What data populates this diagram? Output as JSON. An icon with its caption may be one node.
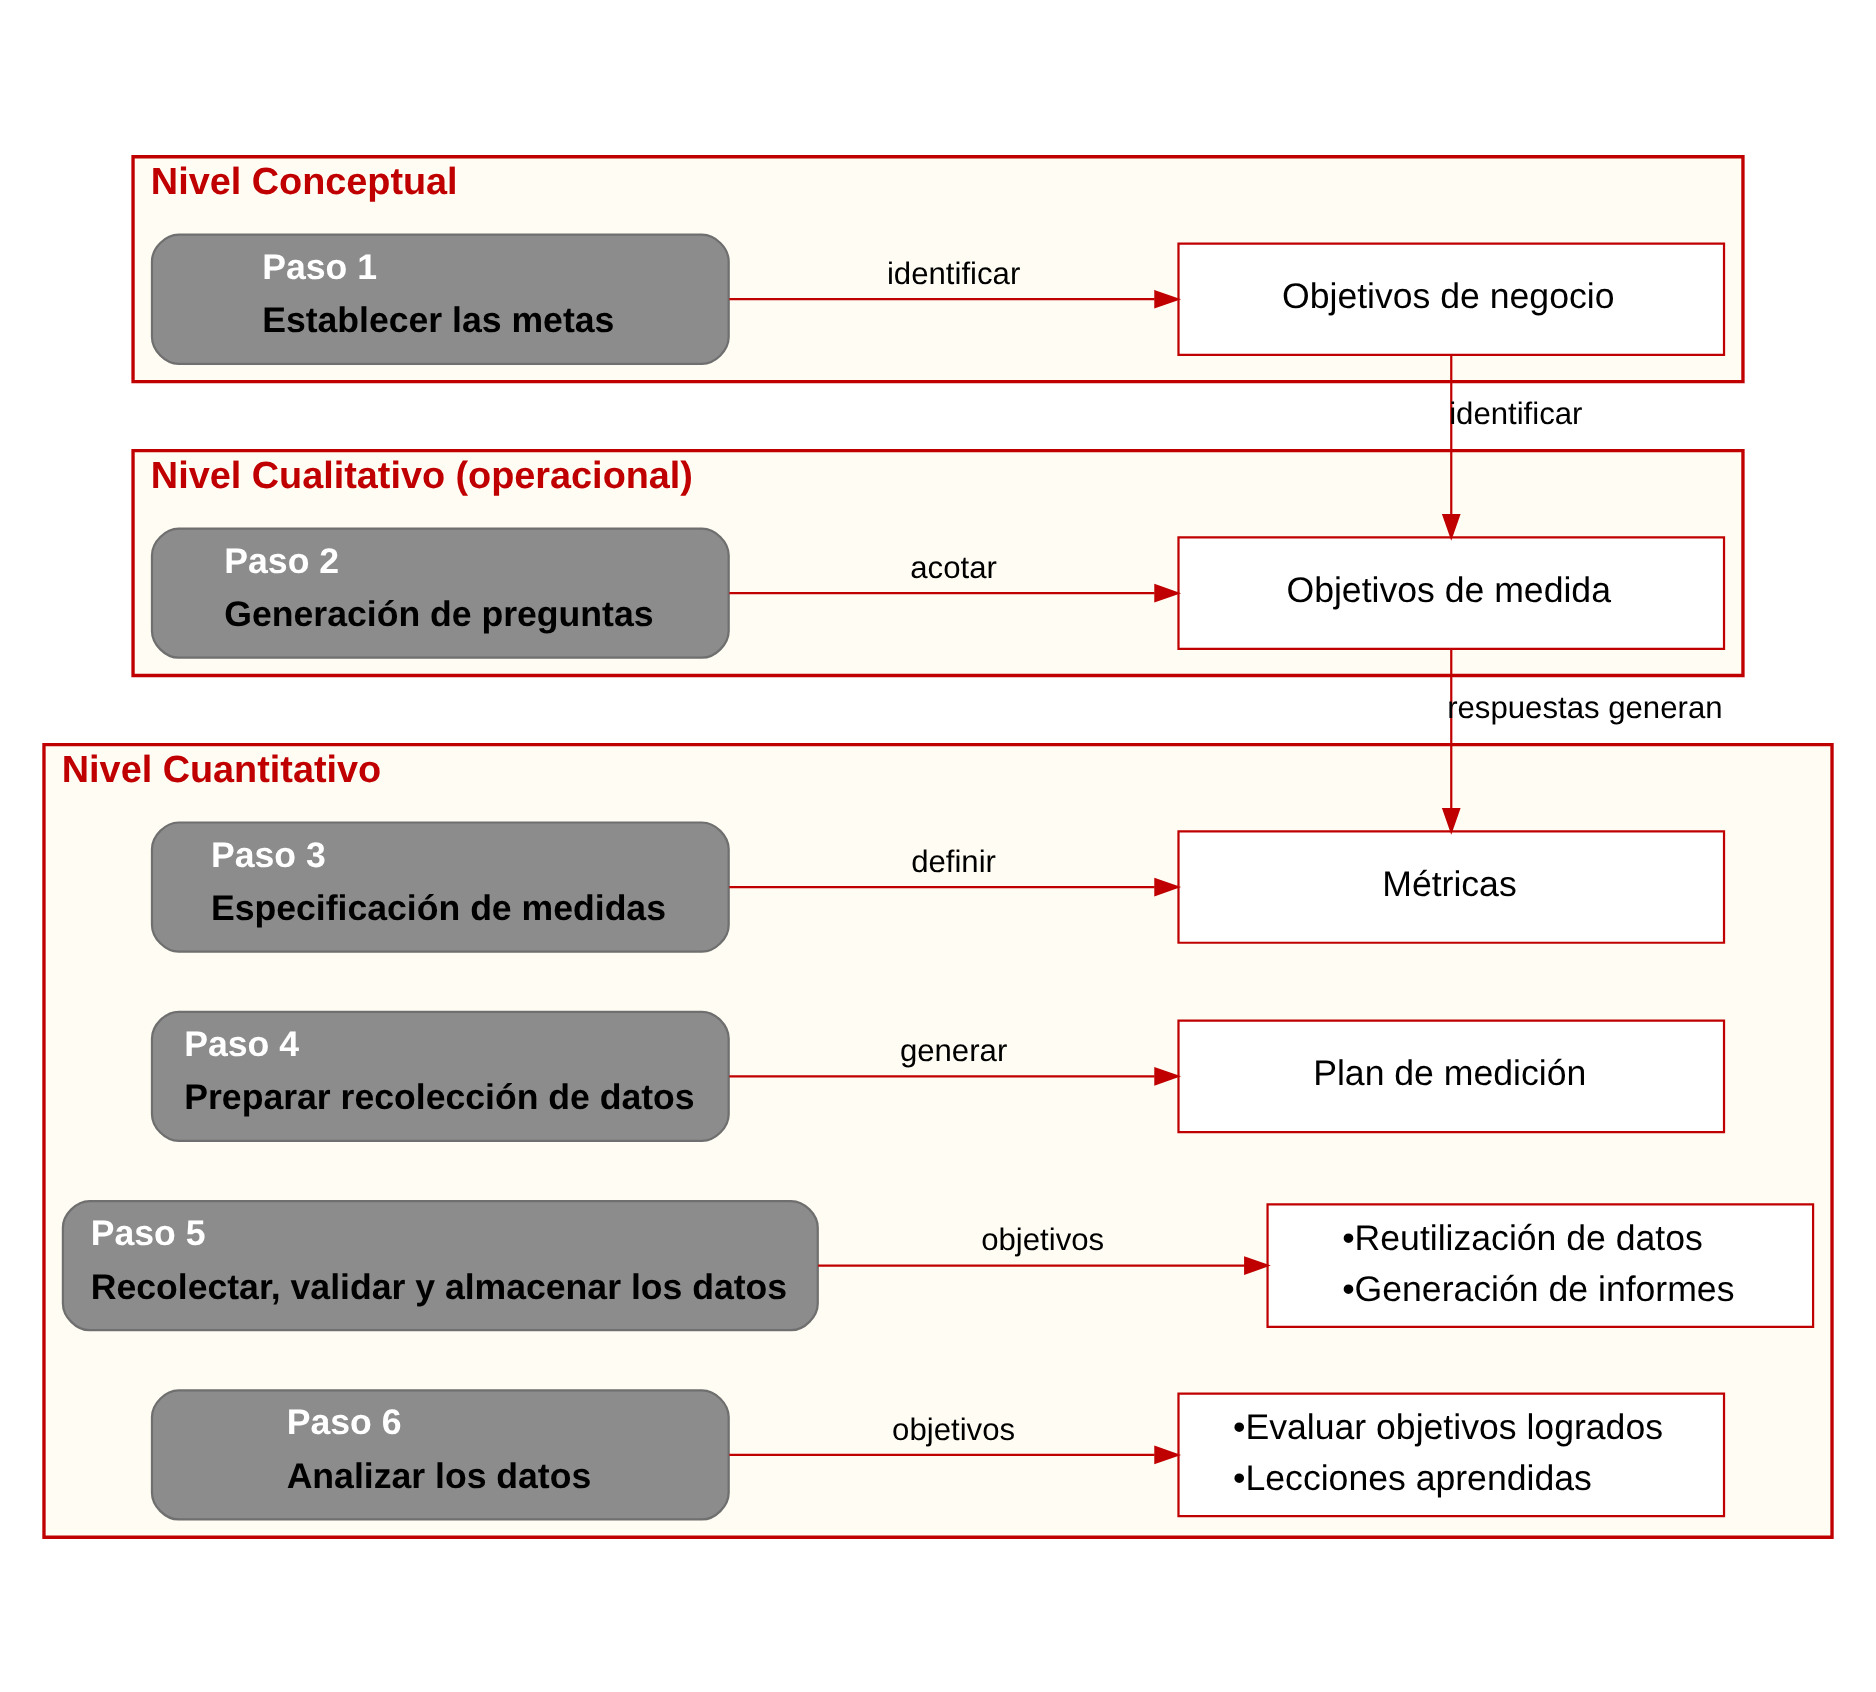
{
  "diagram": {
    "nodes": [
      {
        "text": [
          "Nivel Conceptual"
        ]
      },
      {
        "text": [
          "Paso 1",
          "Establecer las metas"
        ],
        "in": 0
      },
      {
        "text": [
          "Objetivos de negocio"
        ],
        "in": 0
      },
      {
        "text": [
          "Nivel Cualitativo (operacional)"
        ]
      },
      {
        "text": [
          "Paso 2",
          "Generación de preguntas"
        ],
        "in": 3
      },
      {
        "text": [
          "Objetivos de medida"
        ],
        "in": 3
      },
      {
        "text": [
          "Nivel Cuantitativo"
        ]
      },
      {
        "text": [
          "Paso 3",
          "Especificación de medidas"
        ],
        "in": 6
      },
      {
        "text": [
          "Métricas"
        ],
        "in": 6
      },
      {
        "text": [
          "Paso 4",
          "Preparar recolección de datos"
        ],
        "in": 6
      },
      {
        "text": [
          "Plan de medición"
        ],
        "in": 6
      },
      {
        "text": [
          "Paso 5",
          "Recolectar, validar y almacenar los datos"
        ],
        "in": 6
      },
      {
        "text": [
          "•Reutilización de datos",
          "•Generación de informes"
        ],
        "in": 6
      },
      {
        "text": [
          "Paso 6",
          "Analizar los datos"
        ],
        "in": 6
      },
      {
        "text": [
          "•Evaluar objetivos logrados",
          "•Lecciones aprendidas"
        ],
        "in": 6
      }
    ],
    "edges": [
      {
        "from": 1,
        "to": 2,
        "arrow": "to",
        "label": "identificar"
      },
      {
        "from": 2,
        "to": 5,
        "arrow": "to",
        "label": "identificar"
      },
      {
        "from": 4,
        "to": 5,
        "arrow": "to",
        "label": "acotar"
      },
      {
        "from": 5,
        "to": 8,
        "arrow": "to",
        "label": "respuestas generan"
      },
      {
        "from": 7,
        "to": 8,
        "arrow": "to",
        "label": "definir"
      },
      {
        "from": 9,
        "to": 10,
        "arrow": "to",
        "label": "generar"
      },
      {
        "from": 11,
        "to": 12,
        "arrow": "to",
        "label": "objetivos"
      },
      {
        "from": 13,
        "to": 14,
        "arrow": "to",
        "label": "objetivos"
      }
    ]
  }
}
